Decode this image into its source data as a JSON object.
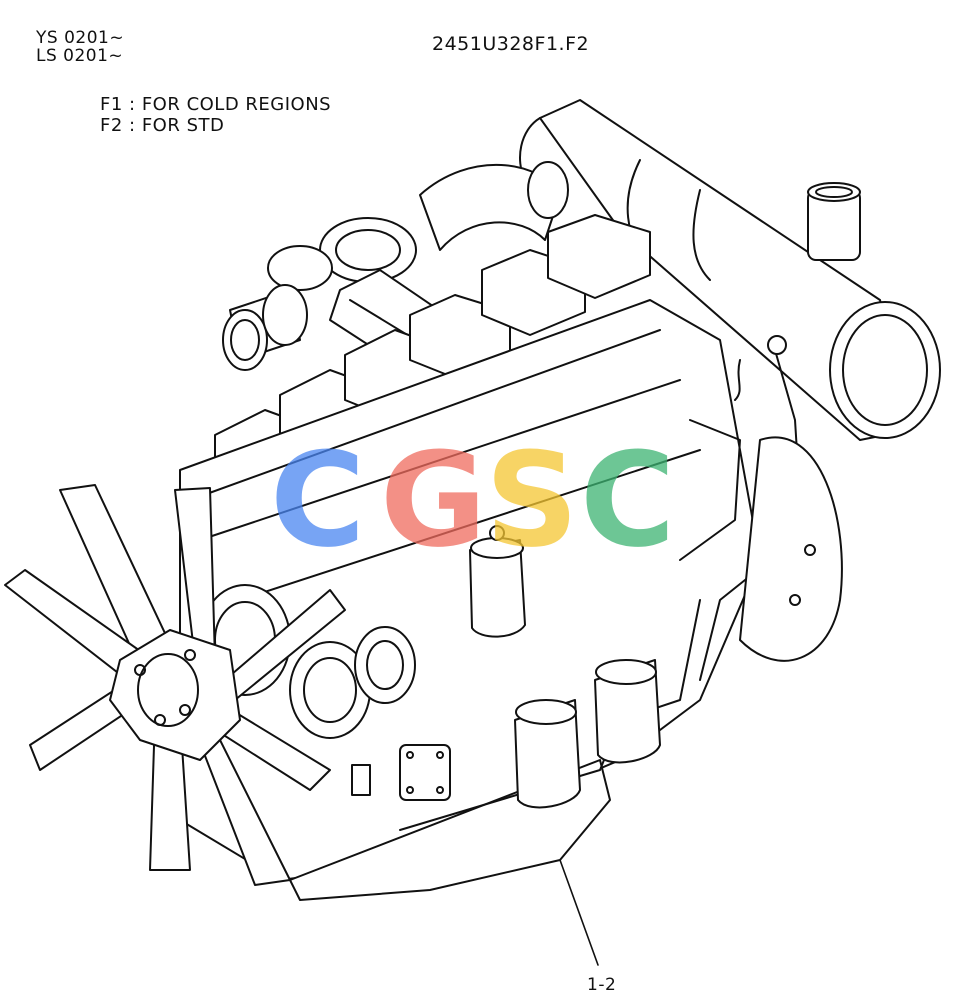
{
  "header": {
    "serial_lines": [
      "YS 0201~",
      "LS 0201~"
    ],
    "drawing_code": "2451U328F1.F2"
  },
  "notes": [
    "F1 : FOR COLD REGIONS",
    "F2 : FOR STD"
  ],
  "callouts": [
    {
      "label": "1-2"
    }
  ],
  "watermark": {
    "text": "CGSC",
    "colors": [
      "#4a86f0",
      "#ef6b5e",
      "#f4c531",
      "#3cb371"
    ]
  },
  "colors": {
    "line": "#111111",
    "background": "#ffffff"
  }
}
